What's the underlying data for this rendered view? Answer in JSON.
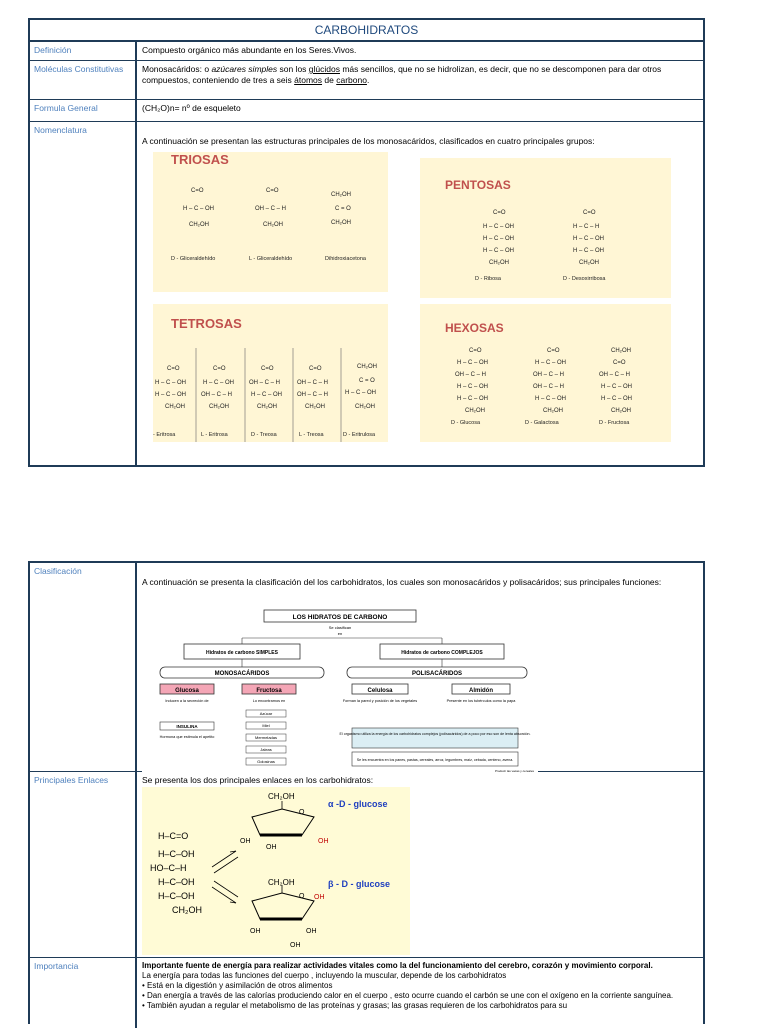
{
  "table1": {
    "title": "CARBOHIDRATOS",
    "definicion": {
      "label": "Definición",
      "text": "Compuesto orgánico más abundante en los Seres.Vivos."
    },
    "moleculas": {
      "label": "Moléculas Constitutivas",
      "t1": "Monosacáridos: o ",
      "t2": "azúcares simples",
      "t3": " son los ",
      "t4": "glúcidos",
      "t5": " más sencillos, que no se hidrolizan, es decir, que no se descomponen para dar otros compuestos, conteniendo de tres a seis ",
      "t6": "átomos",
      "t7": " de ",
      "t8": "carbono",
      "t9": "."
    },
    "formula": {
      "label": "Formula General",
      "text": "(CH₂O)n= nº de esqueleto"
    },
    "nomenclatura": {
      "label": "Nomenclatura",
      "text": "A continuación se presentan las estructuras principales de los monosacáridos, clasificados en cuatro principales grupos:"
    }
  },
  "nomen_figure": {
    "triosas": {
      "title": "TRIOSAS",
      "names": [
        "D - Gliceraldehído",
        "L - Gliceraldehído",
        "Dihidroxiacetona"
      ]
    },
    "pentosas": {
      "title": "PENTOSAS",
      "names": [
        "D - Ribosa",
        "D - Desoxirribosa"
      ]
    },
    "tetrosas": {
      "title": "TETROSAS",
      "names": [
        "- Eritrosa",
        "L - Eritrosa",
        "D - Treosa",
        "L - Treosa",
        "D - Eritrulosa"
      ]
    },
    "hexosas": {
      "title": "HEXOSAS",
      "names": [
        "D - Glucosa",
        "D - Galactosa",
        "D - Fructosa"
      ]
    }
  },
  "table2": {
    "clasificacion": {
      "label": "Clasificación",
      "text": "A continuación se presenta la clasificación del los carbohidratos, los cuales son monosacáridos y polisacáridos; sus principales funciones:"
    },
    "enlaces": {
      "label": "Principales Enlaces",
      "text": "Se presenta los dos principales enlaces en los carbohidratos:"
    },
    "importancia": {
      "label": "Importancia",
      "lead": "Importante fuente de energía para realizar actividades vitales como la del funcionamiento del cerebro, corazón y movimiento corporal.",
      "lines": [
        "La energía para todas las funciones del cuerpo , incluyendo la muscular, depende de los carbohidratos",
        "• Está en la digestión y asimilación de otros alimentos",
        "• Dan energía a través de las calorías produciendo calor en el cuerpo , esto ocurre cuando el carbón se une con el oxígeno en la corriente sanguínea.",
        "• También ayudan a regular el metabolismo de las proteínas y grasas; las grasas requieren de los carbohidratos para su"
      ]
    }
  },
  "class_figure": {
    "top": "LOS HIDRATOS DE CARBONO",
    "se_clasifican": "Se clasifican",
    "en": "en",
    "simples": "Hidratos de carbono SIMPLES",
    "complejos": "Hidratos de carbono COMPLEJOS",
    "mono": "MONOSACÁRIDOS",
    "poli": "POLISACÁRIDOS",
    "glucosa": "Glucosa",
    "fructosa": "Fructosa",
    "celulosa": "Celulosa",
    "almidon": "Almidón",
    "gl_note": "Inducen a la secreción de",
    "insulina": "INSULINA",
    "hormona": "Hormona que estimula el apetito",
    "fr_note": "Lo encontramos en",
    "fr_items": [
      "Azúcar",
      "Miel",
      "Mermeladas",
      "Jaleas",
      "Golosinas"
    ],
    "cel_note": "Forman la pared y posición de los vegetales",
    "alm_note": "Presente en los tubérculos como la papa",
    "box1": "El organismo utiliza la energía de los carbohidratos complejos (polisacáridos) de a poco por eso son de lenta absorción.",
    "box2": "Se les encuentra en los panes, pastas, cereales, arroz, legumbres, maíz, cebada, centeno, avena.",
    "credit": "Producir las vacas y cereales"
  },
  "glucose_figure": {
    "alpha": "α -D - glucose",
    "beta": "β - D - glucose",
    "ch2oh": "CH₂OH",
    "chain": [
      "H–C=O",
      "H–C–OH",
      "HO–C–H",
      "H–C–OH",
      "H–C–OH",
      "CH₂OH"
    ]
  }
}
